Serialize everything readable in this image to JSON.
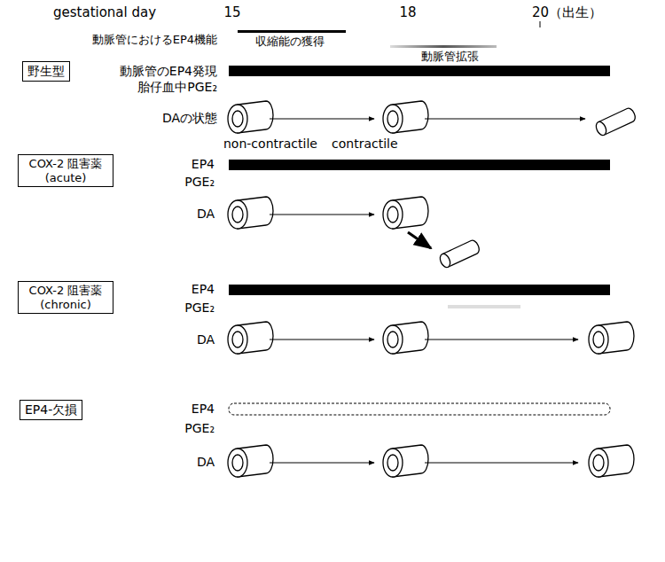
{
  "diagram": {
    "nodes": [
      {
        "text": [
          "野生型"
        ]
      },
      {
        "text": [
          "COX-2 阻害薬 (acute)"
        ]
      },
      {
        "text": [
          "COX-2 阻害薬 (chronic)"
        ]
      },
      {
        "text": [
          "EP4-欠損"
        ]
      }
    ],
    "labels": [
      "gestational day",
      "15",
      "18",
      "20（出生）",
      "動脈管におけるEP4機能",
      "収縮能の獲得",
      "動脈管拡張",
      "動脈管のEP4発現",
      "胎仔血中PGE₂",
      "DAの状態",
      "non-contractile",
      "contractile",
      "EP4",
      "PGE₂",
      "DA",
      "EP4",
      "PGE₂",
      "DA",
      "EP4",
      "PGE₂",
      "DA"
    ]
  }
}
